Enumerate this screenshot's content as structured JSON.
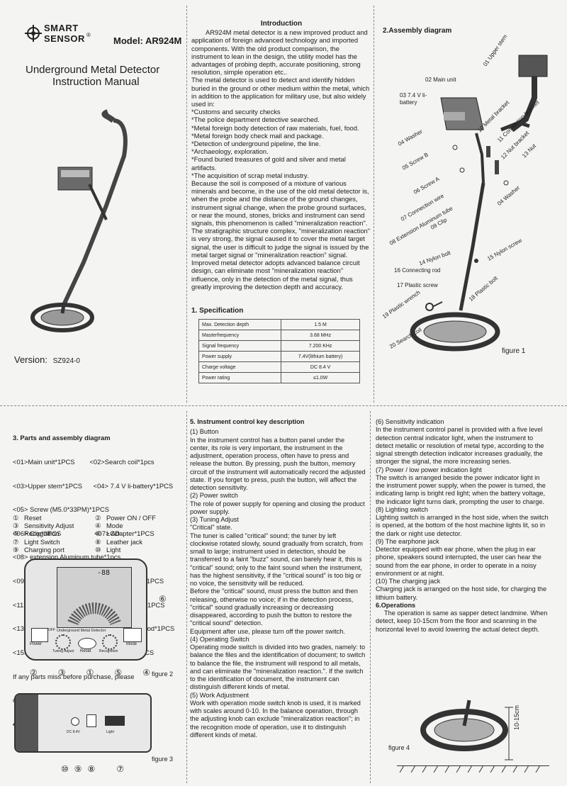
{
  "cover": {
    "brand_line1": "SMART",
    "brand_line2": "SENSOR",
    "registered": "®",
    "model": "Model: AR924M",
    "title_line1": "Underground Metal Detector",
    "title_line2": "Instruction Manual",
    "version_label": "Version:",
    "version_value": "SZ924-0"
  },
  "intro": {
    "heading": "Introduction",
    "paragraphs": [
      "AR924M metal detector is a new improved product and application of foreign advanced technology and imported components. With the old product comparison, the instrument to lean in the design, the utility model has the advantages of probing depth, accurate positioning, strong resolution, simple operation etc..",
      "The metal detector is used to detect and identify hidden buried in the ground or other medium within the metal, which in addition to the application for military use, but also widely used in:",
      "*Customs and security checks",
      "*The police department detective searched.",
      "*Metal foreign body detection of raw materials, fuel, food.",
      "*Metal foreign body check mail and package.",
      "*Detection of underground pipeline, the line.",
      "*Archaeology, exploration.",
      "*Found buried treasures of gold and silver and metal artifacts.",
      "*The acquisition of scrap metal industry.",
      "Because the soil is composed of a mixture of various minerals and become, in the use of the old metal detector is, when the probe and the distance of the ground changes, instrument signal change, when the probe ground surfaces, or near the mound, stones, bricks and instrument can send signals, this phenomenon is called \"mineralization reaction\".",
      "The stratigraphic structure complex, \"mineralization reaction\" is very strong, the signal caused it to cover the metal target signal, the user is difficult to judge the signal is issued by the metal target signal or \"mineralization reaction\" signal. Improved metal detector adopts advanced balance circuit design, can eliminate most \"mineralization reaction\" influence, only in the detection of the metal signal, thus greatly improving the detection depth and accuracy."
    ]
  },
  "spec": {
    "heading": "1. Specification",
    "rows": [
      [
        "Max. Detection depth",
        "1.5 M"
      ],
      [
        "Masterfrequency",
        "3.68  MHz"
      ],
      [
        "Signal frequency",
        "7.200 KHz"
      ],
      [
        "Power supply",
        "7.4V(lithium battery)"
      ],
      [
        "Charge voltage",
        "DC 8.4 V"
      ],
      [
        "Power rating",
        "≤1.0W"
      ]
    ]
  },
  "assembly": {
    "heading": "2.Assembly diagram",
    "figure_label": "figure 1",
    "parts": [
      "01 Upper stem",
      "02 Main unit",
      "03 7.4 V li-battery",
      "04 Washer",
      "05 Screw B",
      "06 Screw A",
      "07 Connection wire",
      "08 Extension Aluminum tube",
      "09 Clip",
      "10 Metal bracket",
      "11 Connection bracket",
      "12 Nut bracket",
      "13 Nut",
      "04 Washer",
      "14 Nylon bolt",
      "15 Nylon screw",
      "16 Connecting rod",
      "17 Plastic screw",
      "18 Plastic bolt",
      "19 Plastic wrench",
      "20 Search coil"
    ]
  },
  "parts_list": {
    "heading": "3. Parts and assembly diagram",
    "lines": [
      "<01>Main unit*1PCS        <02>Search coil*1pcs",
      "<03>Upper stem*1PCS      <04> 7.4 V li-battery*1PCS",
      "<05> Screw (M5.0*33PM)*1PCS",
      "<06> Clip*3PCS                  <07> Adapter*1PCS",
      "<08> extension Aluminum tube*1pcs",
      "<09> Plastic wrench*1PCS  <10> Plastic nut*1PCS",
      "<11> Plastic screw *2PCS <12> Nylon screw*1PCS",
      "<13> Nylon bolt*1PCS        <14> connecting rod*1PCS",
      "<15> Earphone*1PCS          <16>Manual*1PCS",
      "If any parts miss before purchase, please",
      "consult your dealer."
    ]
  },
  "features": {
    "heading": "4. Features",
    "items": [
      [
        "①",
        "Reset",
        "②",
        "Power  ON / OFF"
      ],
      [
        "③",
        "Sensitivity  Adjust",
        "④",
        "Mode"
      ],
      [
        "⑤",
        "Recognition",
        "⑥",
        "LCD"
      ],
      [
        "⑦",
        "Light Switch",
        "⑧",
        "Leather jack"
      ],
      [
        "⑨",
        "Charging port",
        "⑩",
        "Light"
      ]
    ]
  },
  "panel": {
    "title": "Underground Metal Detector",
    "lcd_digits": "-88",
    "btn_power": "Power",
    "btn_mode": "Mode",
    "btn_reset": "Reset",
    "knob_label": "Tuning Adjust",
    "switch_label": "Recognition",
    "off_label": "OFF",
    "fig2": "figure 2",
    "callouts2": [
      "②",
      "③",
      "①",
      "⑤",
      "④",
      "⑥"
    ],
    "fig3": "figure 3",
    "callouts3": [
      "⑩",
      "⑨",
      "⑧",
      "⑦"
    ],
    "fig3_jack_labels": [
      "DC 8.4V",
      "Light"
    ]
  },
  "control": {
    "heading": "5. Instrument control key description",
    "paragraphs": [
      "(1) Button",
      "In the instrument control has a button panel under the center, its role is very important, the instrument in the adjustment, operation process, often have to press and release the button. By pressing, push the button, memory circuit of the instrument will automatically record the adjusted state. If you forget to press, push the button, will affect the detection sensitivity.",
      "(2) Power switch",
      "The role of power supply for opening and closing the product power supply.",
      "(3) Tuning  Adjust",
      "\"Critical\" state.",
      "The tuner is called \"critical\" sound; the tuner by left clockwise rotated slowly, sound gradually from scratch, from small to large; instrument used in detection, should be transferred to a faint \"buzz\" sound, can barely hear it, this is \"critical\" sound; only to the faint sound when the instrument, has the highest sensitivity, if the \"critical sound\" is too big or no voice, the sensitivity will be reduced.",
      "Before the \"critical\" sound, must press the button and then releasing, otherwise no voice; if in the detection process, \"critical\" sound gradually increasing or decreasing disappeared, according to push the button to restore the \"critical sound\" detection.",
      "Equipment after use, please turn off the power switch.",
      "(4) Operating Switch",
      "Operating mode switch is divided into two grades, namely: to balance the files and the identification of document; to switch to balance the file, the instrument will respond to all metals, and can eliminate the \"mineralization reaction.\". If the switch to the identification of document, the instrument can distinguish different kinds of metal.",
      "(5) Work  Adjustment",
      "Work with operation mode switch knob is used, it is marked with scales around 0-10. In the balance operation, through the adjusting knob can exclude \"mineralization reaction\"; in the recognition mode of operation, use it to distinguish different kinds of metal."
    ]
  },
  "more": {
    "paragraphs": [
      "(6) Sensitivity indication",
      "In the instrument control panel is provided with a five level detection central indicator light, when the instrument to detect metallic or resolution of metal type, according to the signal strength detection indicator increases gradually, the stronger the signal, the more increasing series.",
      "(7) Power / low power indication light",
      "The switch is arranged beside the power indicator light in the instrument power supply, when the power is turned, the indicating lamp is bright red light; when the battery voltage, the indicator light turns dark, prompting the user to charge.",
      "(8) Lighting switch",
      "Lighting switch is arranged in the host side, when the switch is opened, at the bottom of the host machine lights lit, so in the dark or night use detector.",
      "(9) The earphone jack",
      "Detector equipped with ear phone, when the plug in ear phone, speakers sound interrupted, the user can hear the sound from the ear phone, in order to operate in a noisy environment or at night.",
      "(10) The charging jack",
      "Charging jack is arranged on the host side, for charging the lithium battery.",
      "6.Operations",
      "The operation is same as sapper detect landmine. When detect, keep 10-15cm from the floor and scanning in the horizontal level to avoid lowering the actual detect depth."
    ],
    "fig4": "figure 4",
    "fig4_dim": "10-15cm"
  }
}
